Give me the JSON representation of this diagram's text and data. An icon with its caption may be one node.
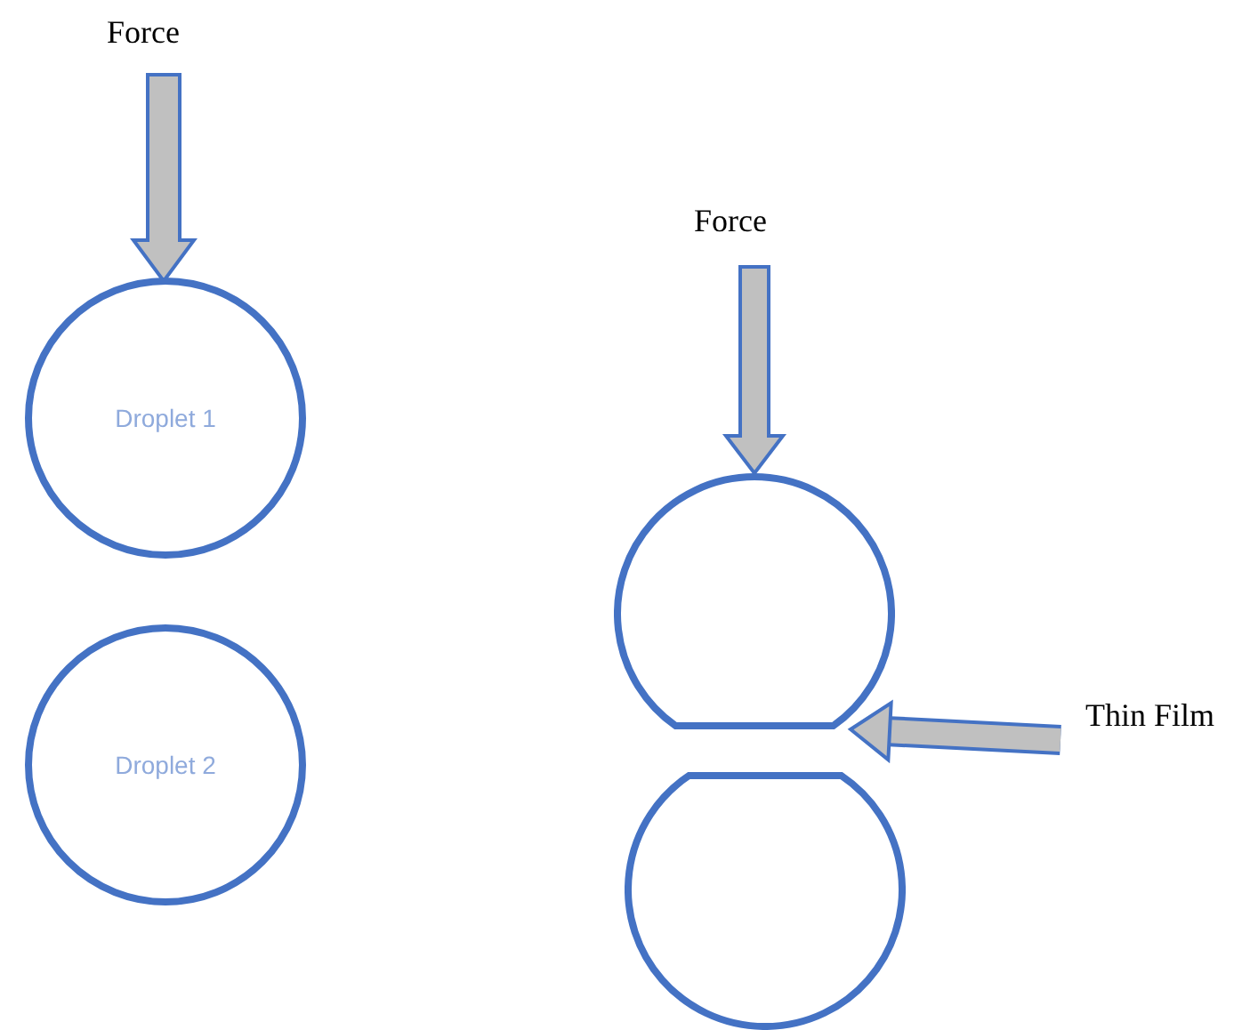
{
  "diagram": {
    "nodes": [
      {
        "text": [
          "Droplet 1"
        ]
      },
      {
        "text": [
          "Droplet 2"
        ]
      },
      {
        "text": [],
        "shape": "circle"
      },
      {
        "text": [],
        "shape": "circle"
      },
      {
        "text": [
          "Thin Film"
        ]
      }
    ],
    "edges": [
      {
        "from": 4,
        "to": 2,
        "arrow": "to"
      }
    ],
    "labels": [
      "Force",
      "Force"
    ]
  }
}
